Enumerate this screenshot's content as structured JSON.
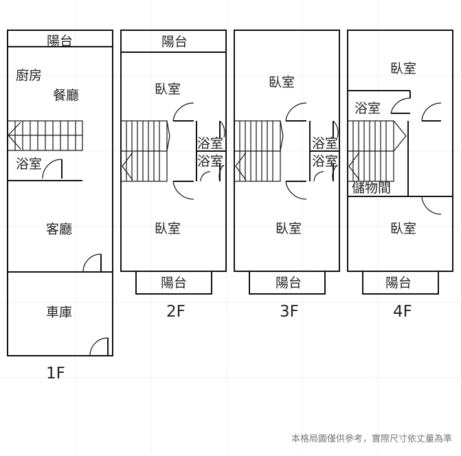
{
  "labels": {
    "balcony": "陽台",
    "kitchen": "廚房",
    "dining": "餐廳",
    "bath": "浴室",
    "living": "客廳",
    "garage": "車庫",
    "bedroom": "臥室",
    "storage": "儲物間"
  },
  "floors": [
    "1F",
    "2F",
    "3F",
    "4F"
  ],
  "note": "本格局圖僅供參考，實際尺寸依丈量為準"
}
